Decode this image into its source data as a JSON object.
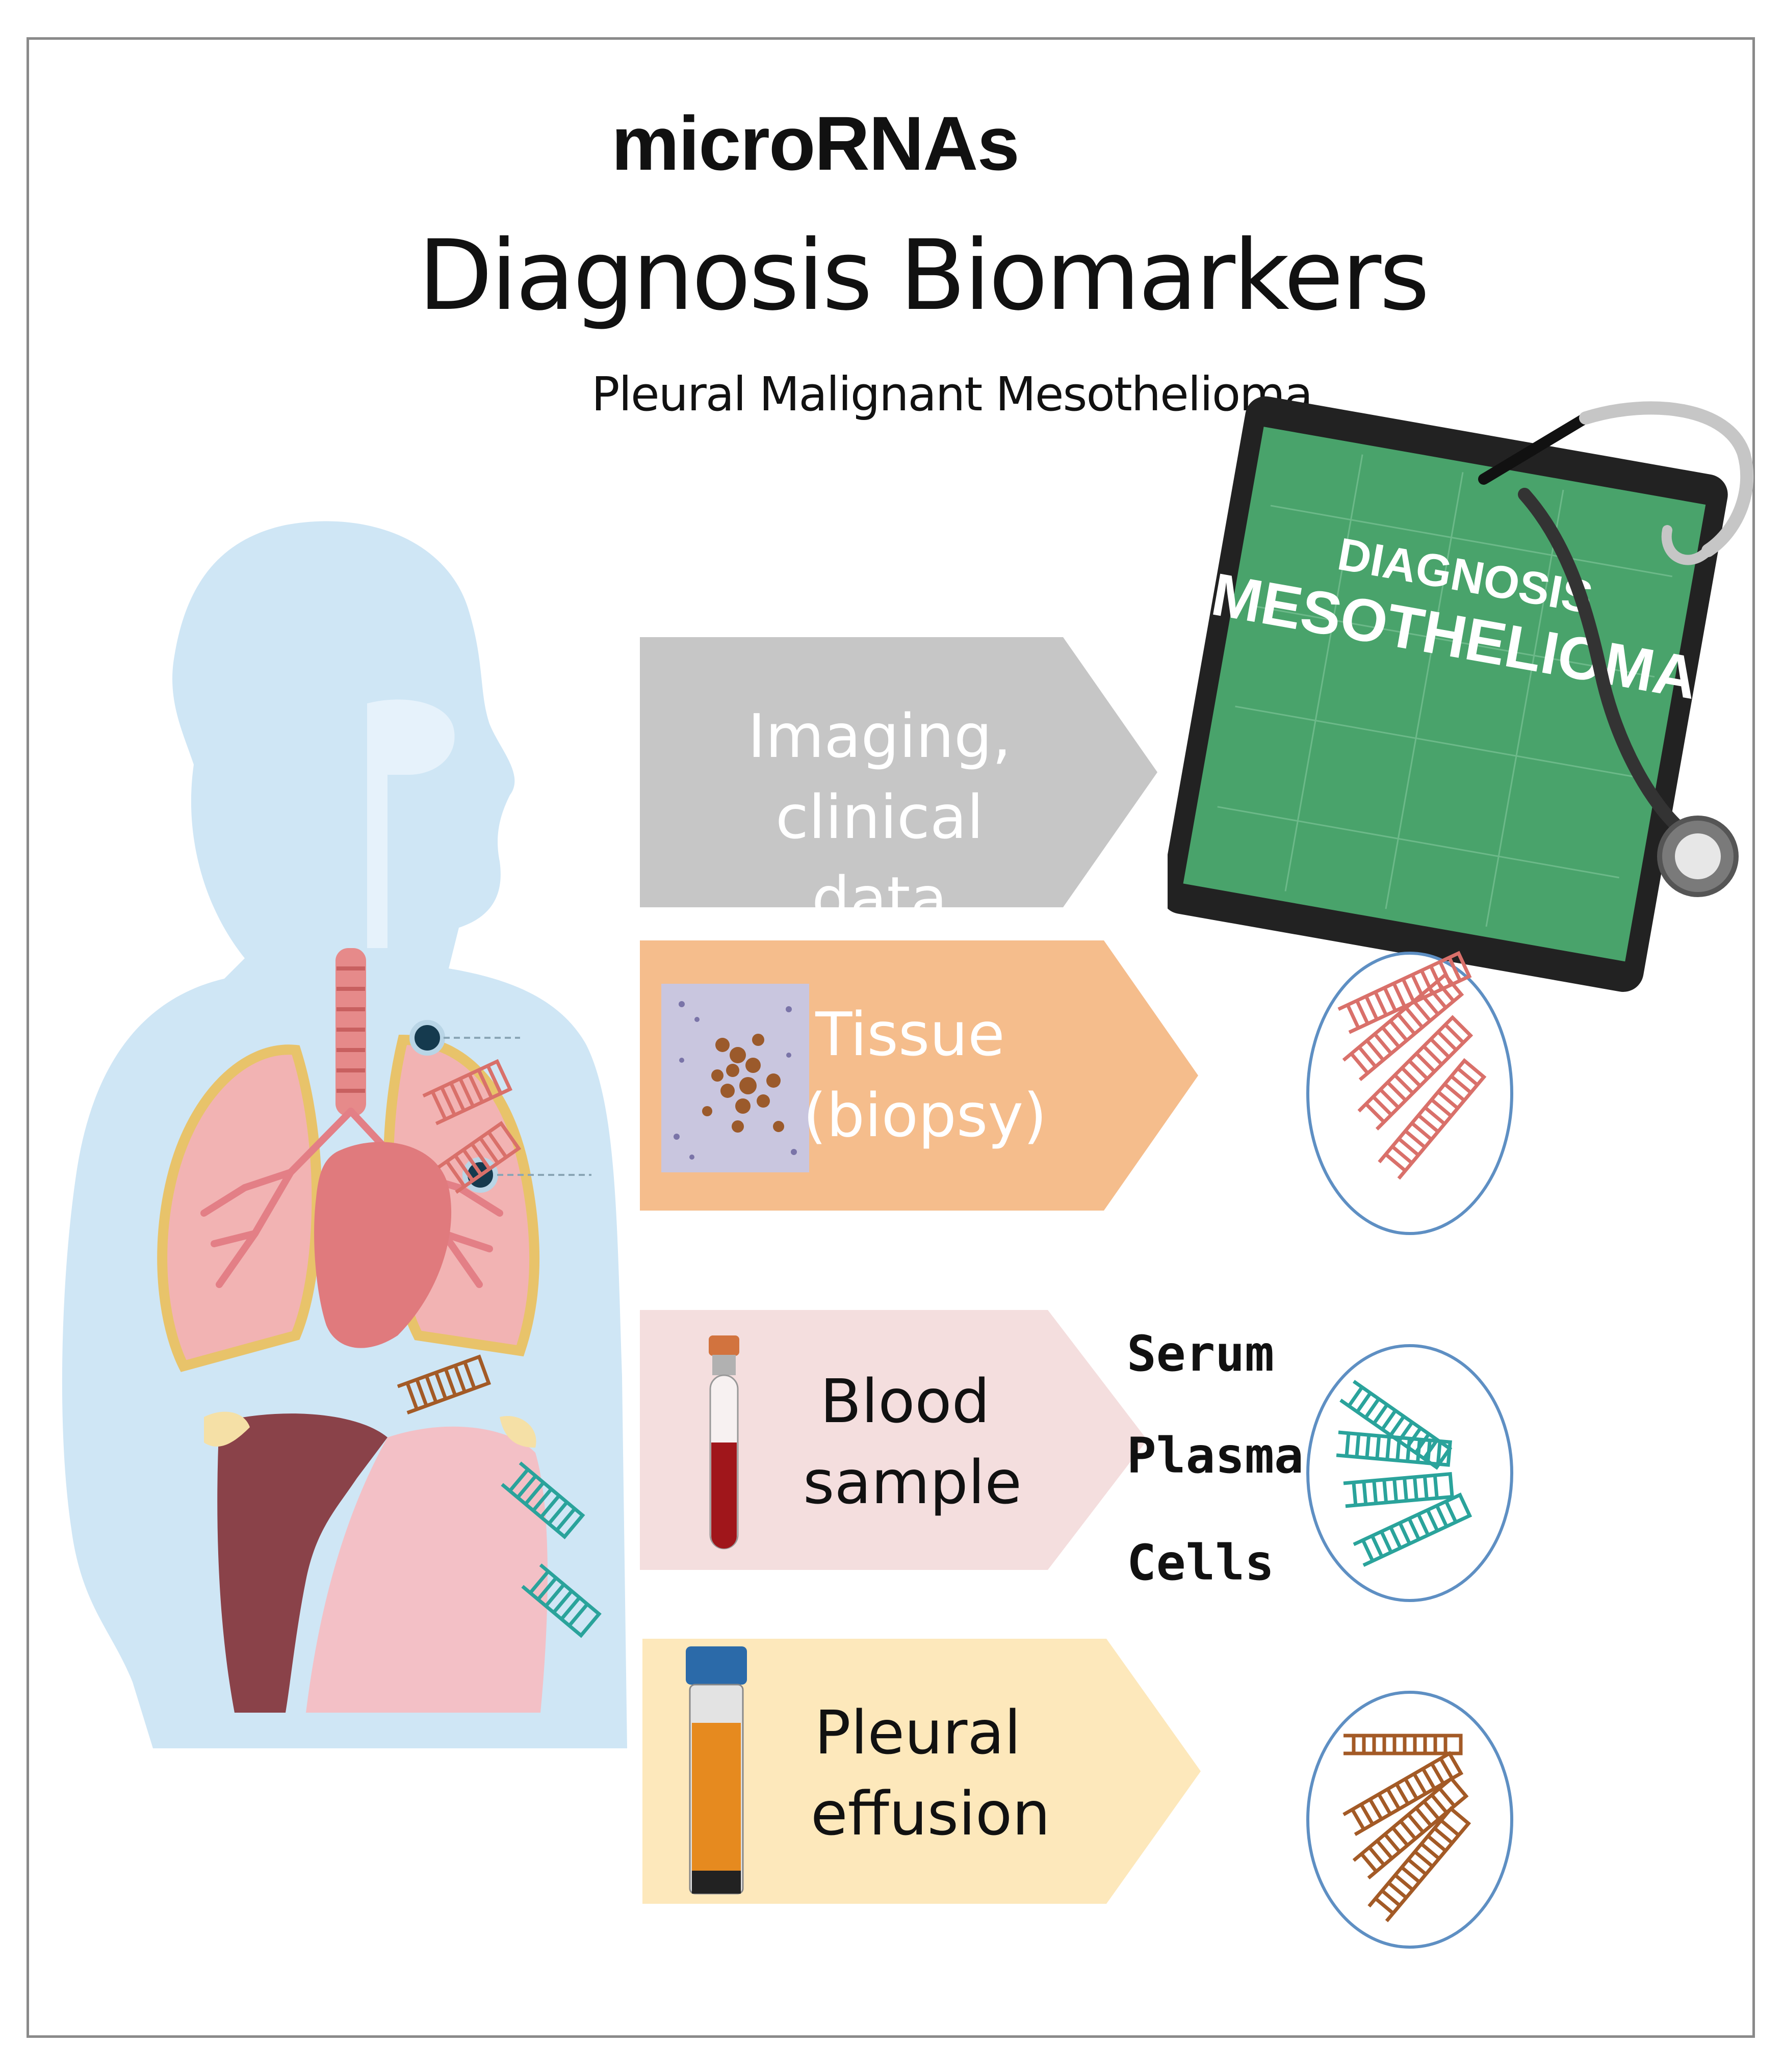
{
  "title": "microRNAs",
  "subtitle": "Diagnosis Biomarkers",
  "caption": "Pleural Malignant Mesothelioma",
  "tablet": {
    "line1": "DIAGNOSIS",
    "line2": "MESOTHELIOMA"
  },
  "arrows": [
    {
      "line1": "Imaging, clinical",
      "line2": "data",
      "color": "#c6c6c6",
      "text_color": "#ffffff"
    },
    {
      "line1": "Tissue",
      "line2": "(biopsy)",
      "color": "#f5bd8c",
      "text_color": "#ffffff"
    },
    {
      "line1": "Blood",
      "line2": "sample",
      "color": "#f4dede",
      "text_color": "#111111"
    },
    {
      "line1": "Pleural",
      "line2": "effusion",
      "color": "#fde8bb",
      "text_color": "#111111"
    }
  ],
  "blood_fractions": [
    "Serum",
    "Plasma",
    "Cells"
  ],
  "mirna_colors": {
    "tissue": "#d9706a",
    "blood": "#2aa39b",
    "effusion": "#a35a26"
  }
}
